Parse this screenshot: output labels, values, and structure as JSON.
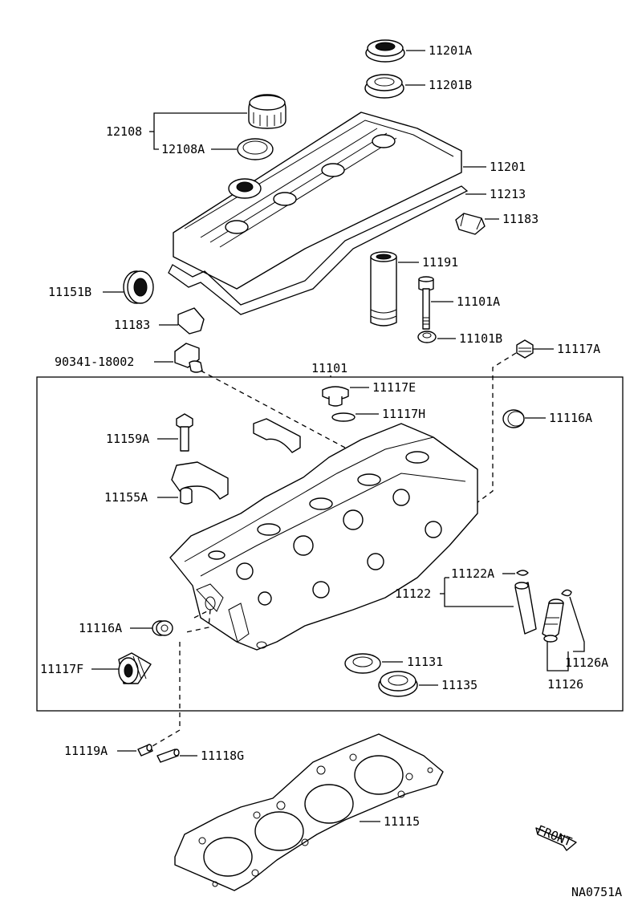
{
  "figure_code": "NA0751A",
  "front_label": "FRONT",
  "labels": {
    "p11201A": "11201A",
    "p11201B": "11201B",
    "p12108": "12108",
    "p12108A": "12108A",
    "p11201": "11201",
    "p11213": "11213",
    "p11183_right": "11183",
    "p11151B": "11151B",
    "p11191": "11191",
    "p11101A": "11101A",
    "p11183_left": "11183",
    "p11101B": "11101B",
    "p90341": "90341-18002",
    "p11117A": "11117A",
    "p11101": "11101",
    "p11117E": "11117E",
    "p11117H": "11117H",
    "p11116A_right": "11116A",
    "p11159A": "11159A",
    "p11155A": "11155A",
    "p11122A": "11122A",
    "p11122": "11122",
    "p11116A_left": "11116A",
    "p11131": "11131",
    "p11126A": "11126A",
    "p11117F": "11117F",
    "p11135": "11135",
    "p11126": "11126",
    "p11119A": "11119A",
    "p11118G": "11118G",
    "p11115": "11115"
  }
}
